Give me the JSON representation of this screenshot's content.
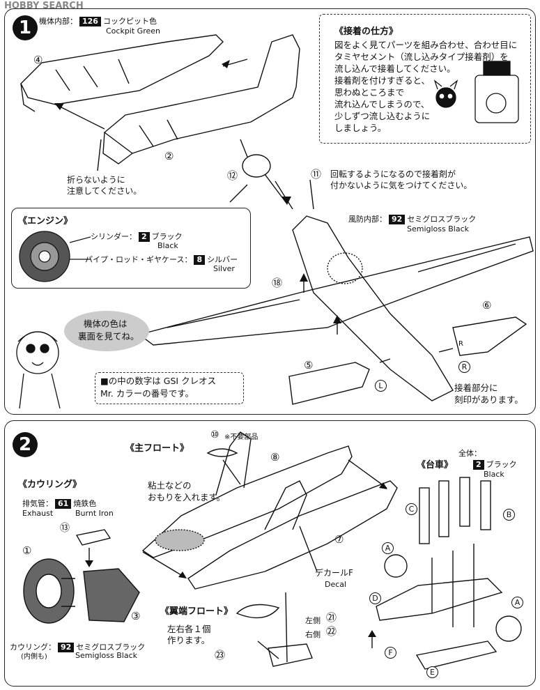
{
  "watermark": "HOBBY SEARCH",
  "step1": {
    "number": "1",
    "cockpit_label": "機体内部：",
    "cockpit_code": "126",
    "cockpit_jp": "コックピット色",
    "cockpit_en": "Cockpit Green",
    "part_4": "④",
    "part_2": "②",
    "part_11": "⑪",
    "part_12": "⑫",
    "part_18": "⑱",
    "part_5": "⑤",
    "part_6": "⑥",
    "part_L": "L",
    "part_R": "R",
    "part_R_small": "R",
    "caution_fold": [
      "折らないように",
      "注意してください。"
    ],
    "glue_heading": "《接着の仕方》",
    "glue_text": [
      "図をよく見てパーツを組み合わせ、合わせ目に",
      "タミヤセメント（流し込みタイプ接着剤）を",
      "流し込んで接着してください。",
      "接着剤を付けすぎると、",
      "思わぬところまで",
      "流れ込んでしまうので、",
      "少しずつ流し込むように",
      "しましょう。"
    ],
    "rotate_note": [
      "回転するようになるので接着剤が",
      "付かないように気をつけてください。"
    ],
    "engine_heading": "《エンジン》",
    "engine_cyl_label": "シリンダー：",
    "engine_cyl_code": "2",
    "engine_cyl_jp": "ブラック",
    "engine_cyl_en": "Black",
    "engine_pipe_label": "パイプ・ロッド・ギヤケース：",
    "engine_pipe_code": "8",
    "engine_pipe_jp": "シルバー",
    "engine_pipe_en": "Silver",
    "windshield_label": "風防内部：",
    "windshield_code": "92",
    "windshield_jp": "セミグロスブラック",
    "windshield_en": "Semigloss Black",
    "bubble": [
      "機体の色は",
      "裏面を見てね。"
    ],
    "note": [
      "■の中の数字は GSI クレオス",
      "Mr. カラーの番号です。"
    ],
    "mark_note": [
      "接着部分に",
      "刻印があります。"
    ]
  },
  "step2": {
    "number": "2",
    "main_float_heading": "《主フロート》",
    "part_10": "⑩",
    "unused": "※不要部品",
    "part_8": "⑧",
    "part_7": "⑦",
    "weight_note": [
      "粘土などの",
      "おもりを入れます。"
    ],
    "decal_jp": "デカールF",
    "decal_en": "Decal",
    "cowling_heading": "《カウリング》",
    "exhaust_label": "排気管：",
    "exhaust_code": "61",
    "exhaust_jp": "焼鉄色",
    "exhaust_en": "Exhaust",
    "exhaust_color_en": "Burnt Iron",
    "part_13": "⑬",
    "part_1": "①",
    "part_3": "③",
    "cowling_label": "カウリング：",
    "cowling_sub": "(内側も)",
    "cowling_code": "92",
    "cowling_jp": "セミグロスブラック",
    "cowling_en": "Semigloss Black",
    "wingtip_heading": "《翼端フロート》",
    "wingtip_note": [
      "左右各１個",
      "作ります。"
    ],
    "left_label": "左側",
    "right_label": "右側",
    "part_21": "㉑",
    "part_22": "㉒",
    "part_23": "㉓",
    "cart_heading": "《台車》",
    "cart_all_label": "全体：",
    "cart_code": "2",
    "cart_jp": "ブラック",
    "cart_en": "Black",
    "cart_A1": "A",
    "cart_A2": "A",
    "cart_B": "B",
    "cart_C": "C",
    "cart_D": "D",
    "cart_E": "E",
    "cart_F": "F"
  }
}
